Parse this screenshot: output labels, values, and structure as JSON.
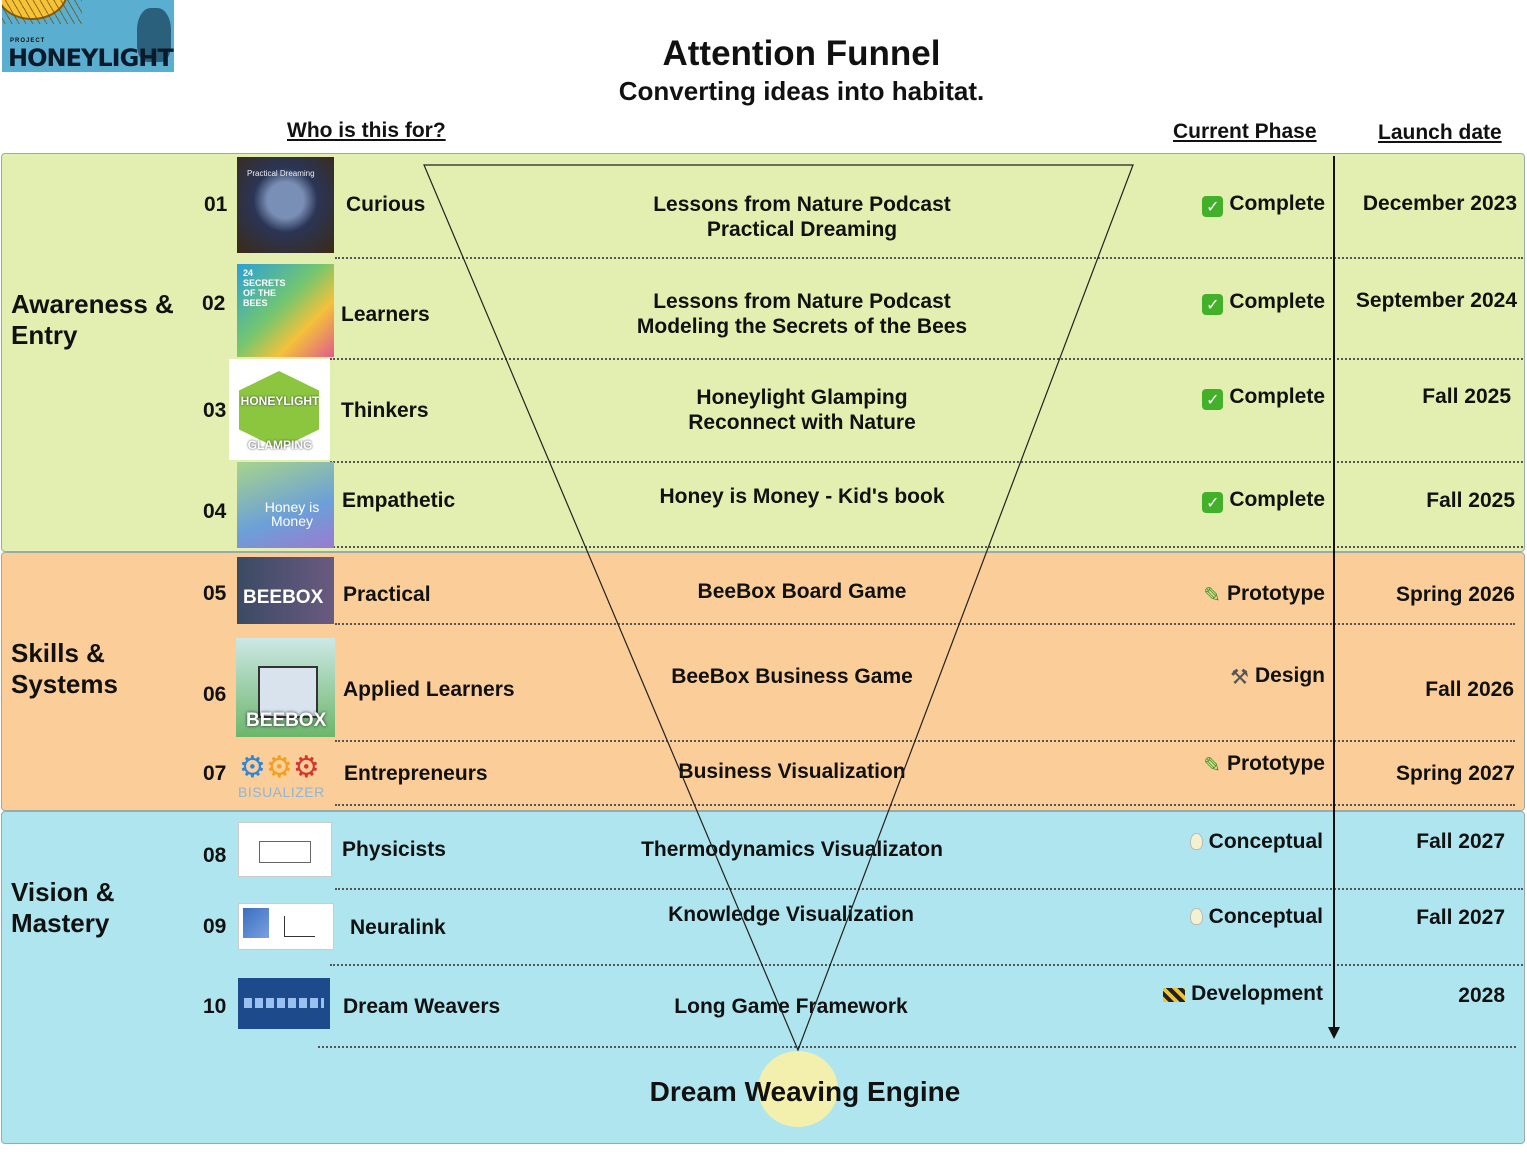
{
  "header": {
    "logo_small": "PROJECT",
    "logo_text": "HONEYLIGHT",
    "title": "Attention Funnel",
    "subtitle": "Converting ideas into habitat."
  },
  "columns": {
    "audience": "Who is this for?",
    "phase": "Current Phase",
    "launch": "Launch date"
  },
  "stages": [
    {
      "label": "Awareness & Entry",
      "color": "#e2efb0"
    },
    {
      "label": "Skills & Systems",
      "color": "#fbcd98"
    },
    {
      "label": "Vision & Mastery",
      "color": "#aee5ee"
    }
  ],
  "rows": [
    {
      "num": "01",
      "audience": "Curious",
      "project": [
        "Lessons from Nature Podcast",
        "Practical Dreaming"
      ],
      "phase": "Complete",
      "phase_icon": "check-icon",
      "launch": "December 2023",
      "thumb_caption": "Practical Dreaming"
    },
    {
      "num": "02",
      "audience": "Learners",
      "project": [
        "Lessons from Nature Podcast",
        "Modeling the Secrets of the Bees"
      ],
      "phase": "Complete",
      "phase_icon": "check-icon",
      "launch": "September 2024",
      "thumb_caption": "24 SECRETS OF THE BEES"
    },
    {
      "num": "03",
      "audience": "Thinkers",
      "project": [
        "Honeylight Glamping",
        "Reconnect with Nature"
      ],
      "phase": "Complete",
      "phase_icon": "check-icon",
      "launch": "Fall 2025",
      "thumb_caption": "HONEYLIGHT GLAMPING"
    },
    {
      "num": "04",
      "audience": "Empathetic",
      "project": [
        "Honey is Money - Kid's book"
      ],
      "phase": "Complete",
      "phase_icon": "check-icon",
      "launch": "Fall 2025",
      "thumb_caption": "Honey is Money"
    },
    {
      "num": "05",
      "audience": "Practical",
      "project": [
        "BeeBox Board Game"
      ],
      "phase": "Prototype",
      "phase_icon": "pencil-icon",
      "launch": "Spring 2026",
      "thumb_caption": "BEEBOX"
    },
    {
      "num": "06",
      "audience": "Applied Learners",
      "project": [
        "BeeBox Business Game"
      ],
      "phase": "Design",
      "phase_icon": "tools-icon",
      "launch": "Fall 2026",
      "thumb_caption": "BEEBOX"
    },
    {
      "num": "07",
      "audience": "Entrepreneurs",
      "project": [
        "Business Visualization"
      ],
      "phase": "Prototype",
      "phase_icon": "pencil-icon",
      "launch": "Spring 2027",
      "thumb_caption": "BISUALIZER"
    },
    {
      "num": "08",
      "audience": "Physicists",
      "project": [
        "Thermodynamics Visualizaton"
      ],
      "phase": "Conceptual",
      "phase_icon": "lightbulb-icon",
      "launch": "Fall 2027",
      "thumb_caption": ""
    },
    {
      "num": "09",
      "audience": "Neuralink",
      "project": [
        "Knowledge Visualization"
      ],
      "phase": "Conceptual",
      "phase_icon": "lightbulb-icon",
      "launch": "Fall 2027",
      "thumb_caption": ""
    },
    {
      "num": "10",
      "audience": "Dream Weavers",
      "project": [
        "Long Game Framework"
      ],
      "phase": "Development",
      "phase_icon": "construction-icon",
      "launch": "2028",
      "thumb_caption": ""
    }
  ],
  "footer": {
    "engine": "Dream Weaving Engine"
  },
  "colors": {
    "accent_check": "#43b02a",
    "glow": "#fff1a0"
  }
}
